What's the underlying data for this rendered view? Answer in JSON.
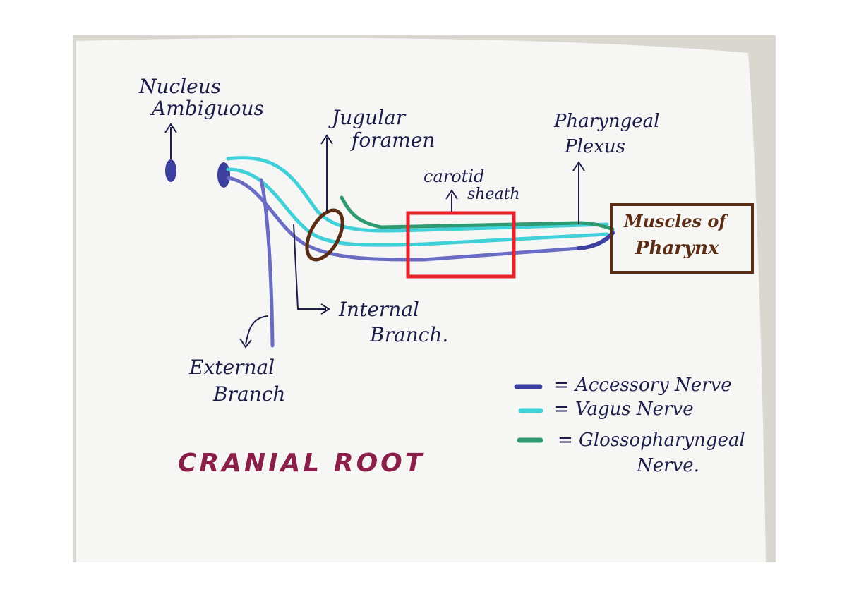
{
  "labels": {
    "nucleus_line1": "Nucleus",
    "nucleus_line2": "Ambiguous",
    "jugular_line1": "Jugular",
    "jugular_line2": "foramen",
    "carotid_line1": "carotid",
    "carotid_line2": "sheath",
    "pharyngeal_line1": "Pharyngeal",
    "pharyngeal_line2": "Plexus",
    "muscles_line1": "Muscles of",
    "muscles_line2": "Pharynx",
    "internal_line1": "Internal",
    "internal_line2": "Branch.",
    "external_line1": "External",
    "external_line2": "Branch"
  },
  "title": "CRANIAL ROOT",
  "legend": {
    "accessory": "= Accessory Nerve",
    "vagus": "= Vagus Nerve",
    "glosso_line1": "= Glossopharyngeal",
    "glosso_line2": "Nerve."
  },
  "colors": {
    "accessory": "#3d3f9e",
    "accessory_light": "#6a6cc4",
    "vagus": "#3fd0d8",
    "glosso": "#2e9a72",
    "carotid": "#e5232b",
    "brown": "#5a2d14",
    "ink": "#1d1d4a",
    "title": "#8a1f4a"
  }
}
